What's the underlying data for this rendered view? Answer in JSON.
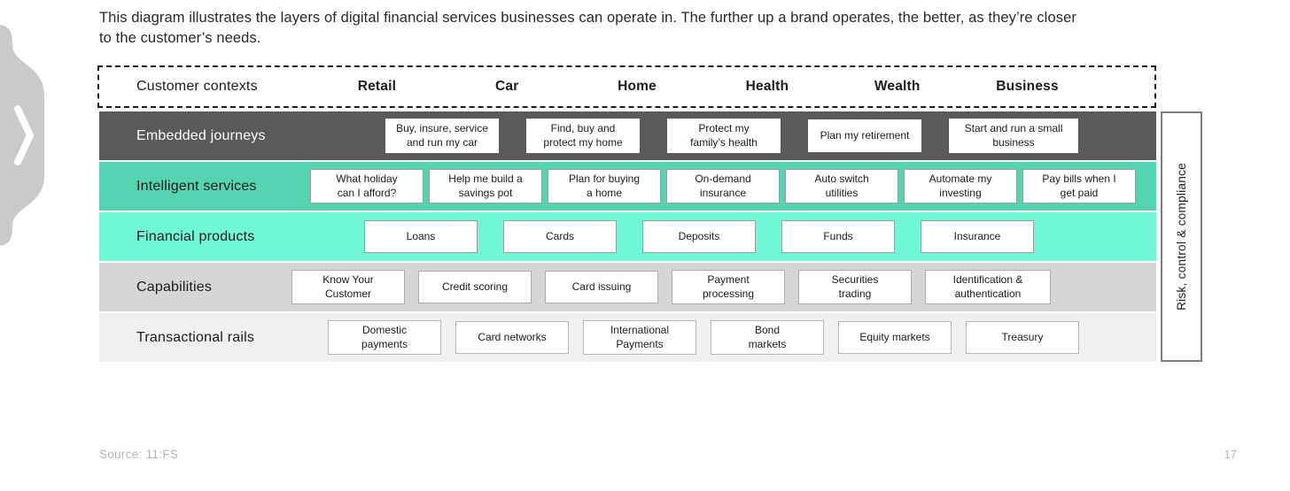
{
  "title": "This diagram illustrates the layers of digital financial services businesses can operate in. The further up a brand operates, the better, as they’re closer to the customer’s needs.",
  "customer_contexts": {
    "label": "Customer contexts",
    "items": [
      "Retail",
      "Car",
      "Home",
      "Health",
      "Wealth",
      "Business"
    ]
  },
  "rows": [
    {
      "label": "Embedded journeys",
      "boxes": [
        "Buy, insure, service\nand run my car",
        "Find, buy and\nprotect my home",
        "Protect my\nfamily’s health",
        "Plan my retirement",
        "Start and run a small\nbusiness"
      ]
    },
    {
      "label": "Intelligent services",
      "boxes": [
        "What holiday\ncan I afford?",
        "Help me build a\nsavings pot",
        "Plan for buying\na home",
        "On-demand\ninsurance",
        "Auto switch\nutilities",
        "Automate my\ninvesting",
        "Pay bills when I\nget paid"
      ]
    },
    {
      "label": "Financial products",
      "boxes": [
        "Loans",
        "Cards",
        "Deposits",
        "Funds",
        "Insurance"
      ]
    },
    {
      "label": "Capabilities",
      "boxes": [
        "Know Your\nCustomer",
        "Credit scoring",
        "Card issuing",
        "Payment\nprocessing",
        "Securities\ntrading",
        "Identification &\nauthentication"
      ]
    },
    {
      "label": "Transactional rails",
      "boxes": [
        "Domestic\npayments",
        "Card networks",
        "International\nPayments",
        "Bond\nmarkets",
        "Equity markets",
        "Treasury"
      ]
    }
  ],
  "risk_label": "Risk, control & compliance",
  "footer": {
    "source": "Source: 11:FS",
    "page": "17"
  },
  "nav": {
    "icon": "chevron-right"
  },
  "colors": {
    "row_embedded_journeys": "#595a5c",
    "row_intelligent_services": "#54d4b0",
    "row_financial_products": "#70f7d6",
    "row_capabilities": "#d6d6d6",
    "row_transactional_rails": "#f0f0f0",
    "nav_blob": "#c8cacc",
    "muted_text": "#b3b3b3"
  }
}
